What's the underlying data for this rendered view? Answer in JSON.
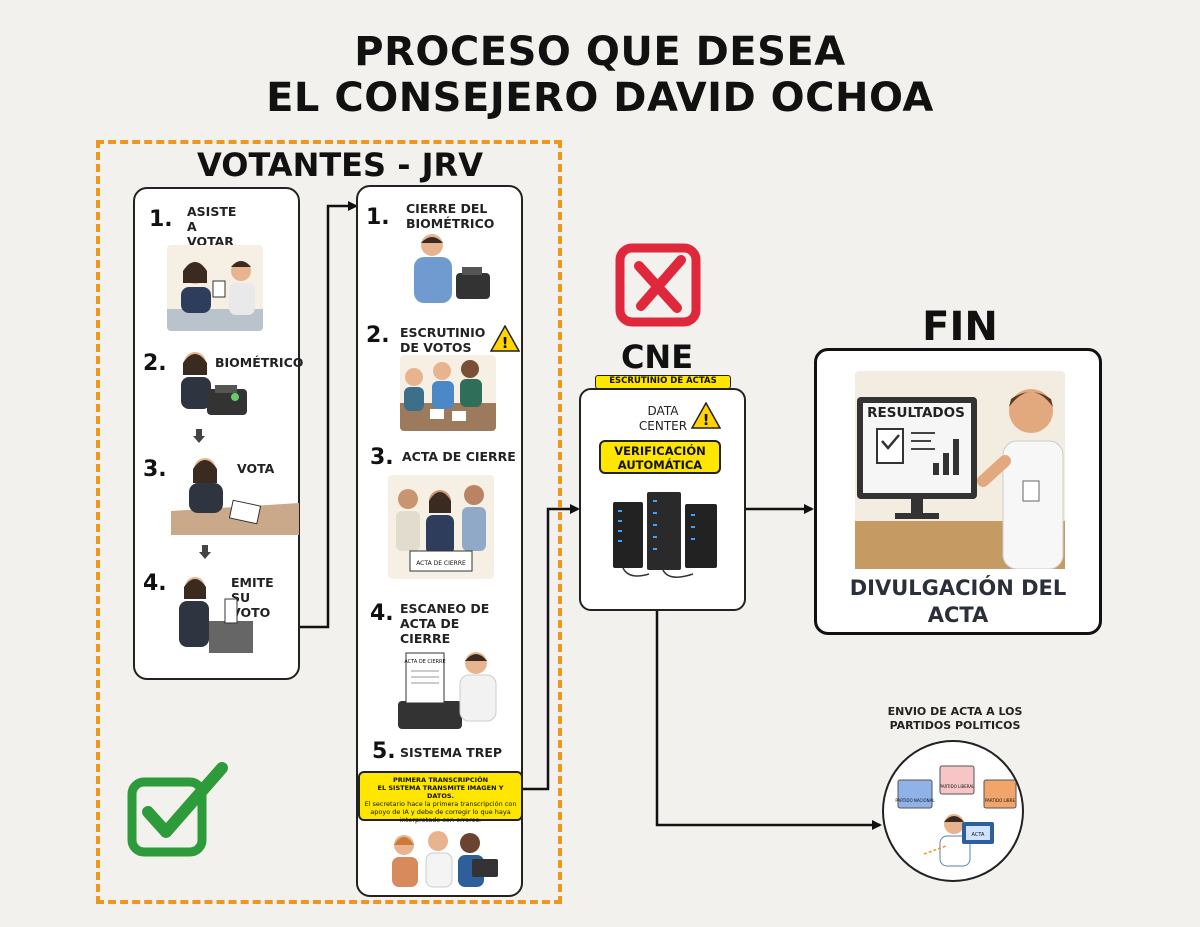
{
  "title": {
    "line1": "PROCESO QUE DESEA",
    "line2": "EL CONSEJERO DAVID OCHOA"
  },
  "group": {
    "title": "VOTANTES - JRV"
  },
  "voters": {
    "steps": [
      {
        "num": "1.",
        "label": "ASISTE A VOTAR"
      },
      {
        "num": "2.",
        "label": "BIOMÉTRICO"
      },
      {
        "num": "3.",
        "label": "VOTA"
      },
      {
        "num": "4.",
        "label": "EMITE SU VOTO"
      }
    ]
  },
  "jrv": {
    "steps": [
      {
        "num": "1.",
        "label": "CIERRE DEL BIOMÉTRICO"
      },
      {
        "num": "2.",
        "label": "ESCRUTINIO DE VOTOS"
      },
      {
        "num": "3.",
        "label": "ACTA DE CIERRE"
      },
      {
        "num": "4.",
        "label": "ESCANEO DE ACTA DE CIERRE"
      },
      {
        "num": "5.",
        "label": "SISTEMA TREP"
      }
    ],
    "acta_paper_text": "ACTA DE CIERRE",
    "acta_scan_text": "ACTA DE CIERRE",
    "trep_note": {
      "line1": "PRIMERA TRANSCRIPCIÓN",
      "line2": "EL SISTEMA TRANSMITE IMAGEN Y DATOS.",
      "line3": "El secretario hace la primera transcripción con apoyo de IA y debe de corregir lo que haya interpretado con errores."
    }
  },
  "cne": {
    "title": "CNE",
    "badge": "ESCRUTINIO DE ACTAS",
    "data_center": "DATA CENTER",
    "verification": "VERIFICACIÓN AUTOMÁTICA"
  },
  "fin": {
    "title": "FIN",
    "screen_title": "RESULTADOS",
    "caption": "DIVULGACIÓN DEL ACTA"
  },
  "parties": {
    "caption": "ENVIO DE ACTA A LOS PARTIDOS POLITICOS",
    "folder_labels": [
      "PARTIDO NACIONAL",
      "PARTIDO LIBERAL",
      "PARTIDO LIBRE"
    ],
    "screen_text": "ACTA"
  },
  "colors": {
    "frame": "#f0961e",
    "check": "#2e9b3a",
    "cross": "#e0283c",
    "highlight": "#ffe600"
  },
  "icons": {
    "approved": "check-icon",
    "rejected": "cross-icon",
    "warning": "warning-icon"
  }
}
